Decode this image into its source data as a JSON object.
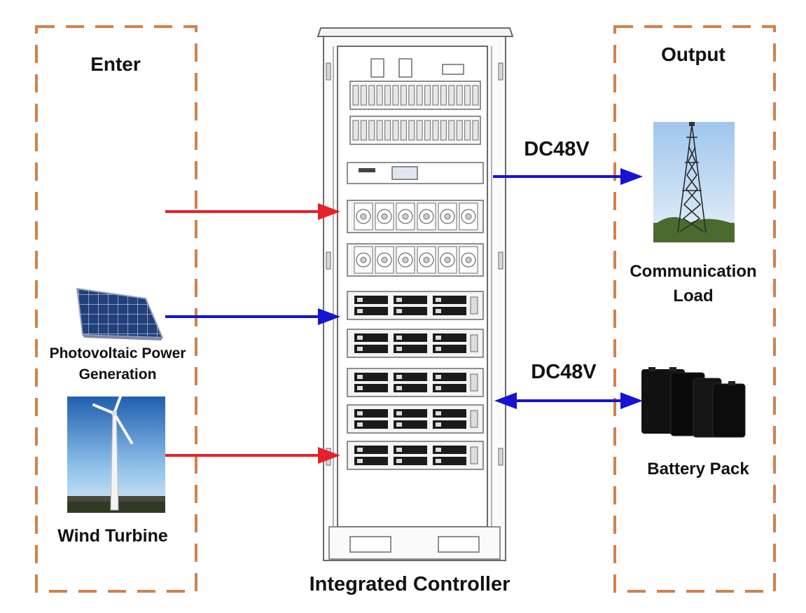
{
  "input_panel": {
    "title": "Enter",
    "items": [
      {
        "label": "Photovoltaic Power Generation",
        "line1": "Photovoltaic Power",
        "line2": "Generation",
        "icon": "solar-panel-icon"
      },
      {
        "label": "Wind Turbine",
        "icon": "wind-turbine-icon"
      }
    ]
  },
  "controller": {
    "label": "Integrated Controller",
    "icon": "controller-cabinet-icon"
  },
  "output_panel": {
    "title": "Output",
    "items": [
      {
        "label": "Communication Load",
        "line1": "Communication",
        "line2": "Load",
        "voltage": "DC48V",
        "icon": "communication-tower-icon"
      },
      {
        "label": "Battery Pack",
        "voltage": "DC48V",
        "icon": "battery-pack-icon"
      }
    ]
  },
  "colors": {
    "panel_border": "#d2824a",
    "ac_arrow": "#e8202a",
    "dc_arrow": "#1414d2",
    "cabinet_stroke": "#6b6b6b"
  }
}
